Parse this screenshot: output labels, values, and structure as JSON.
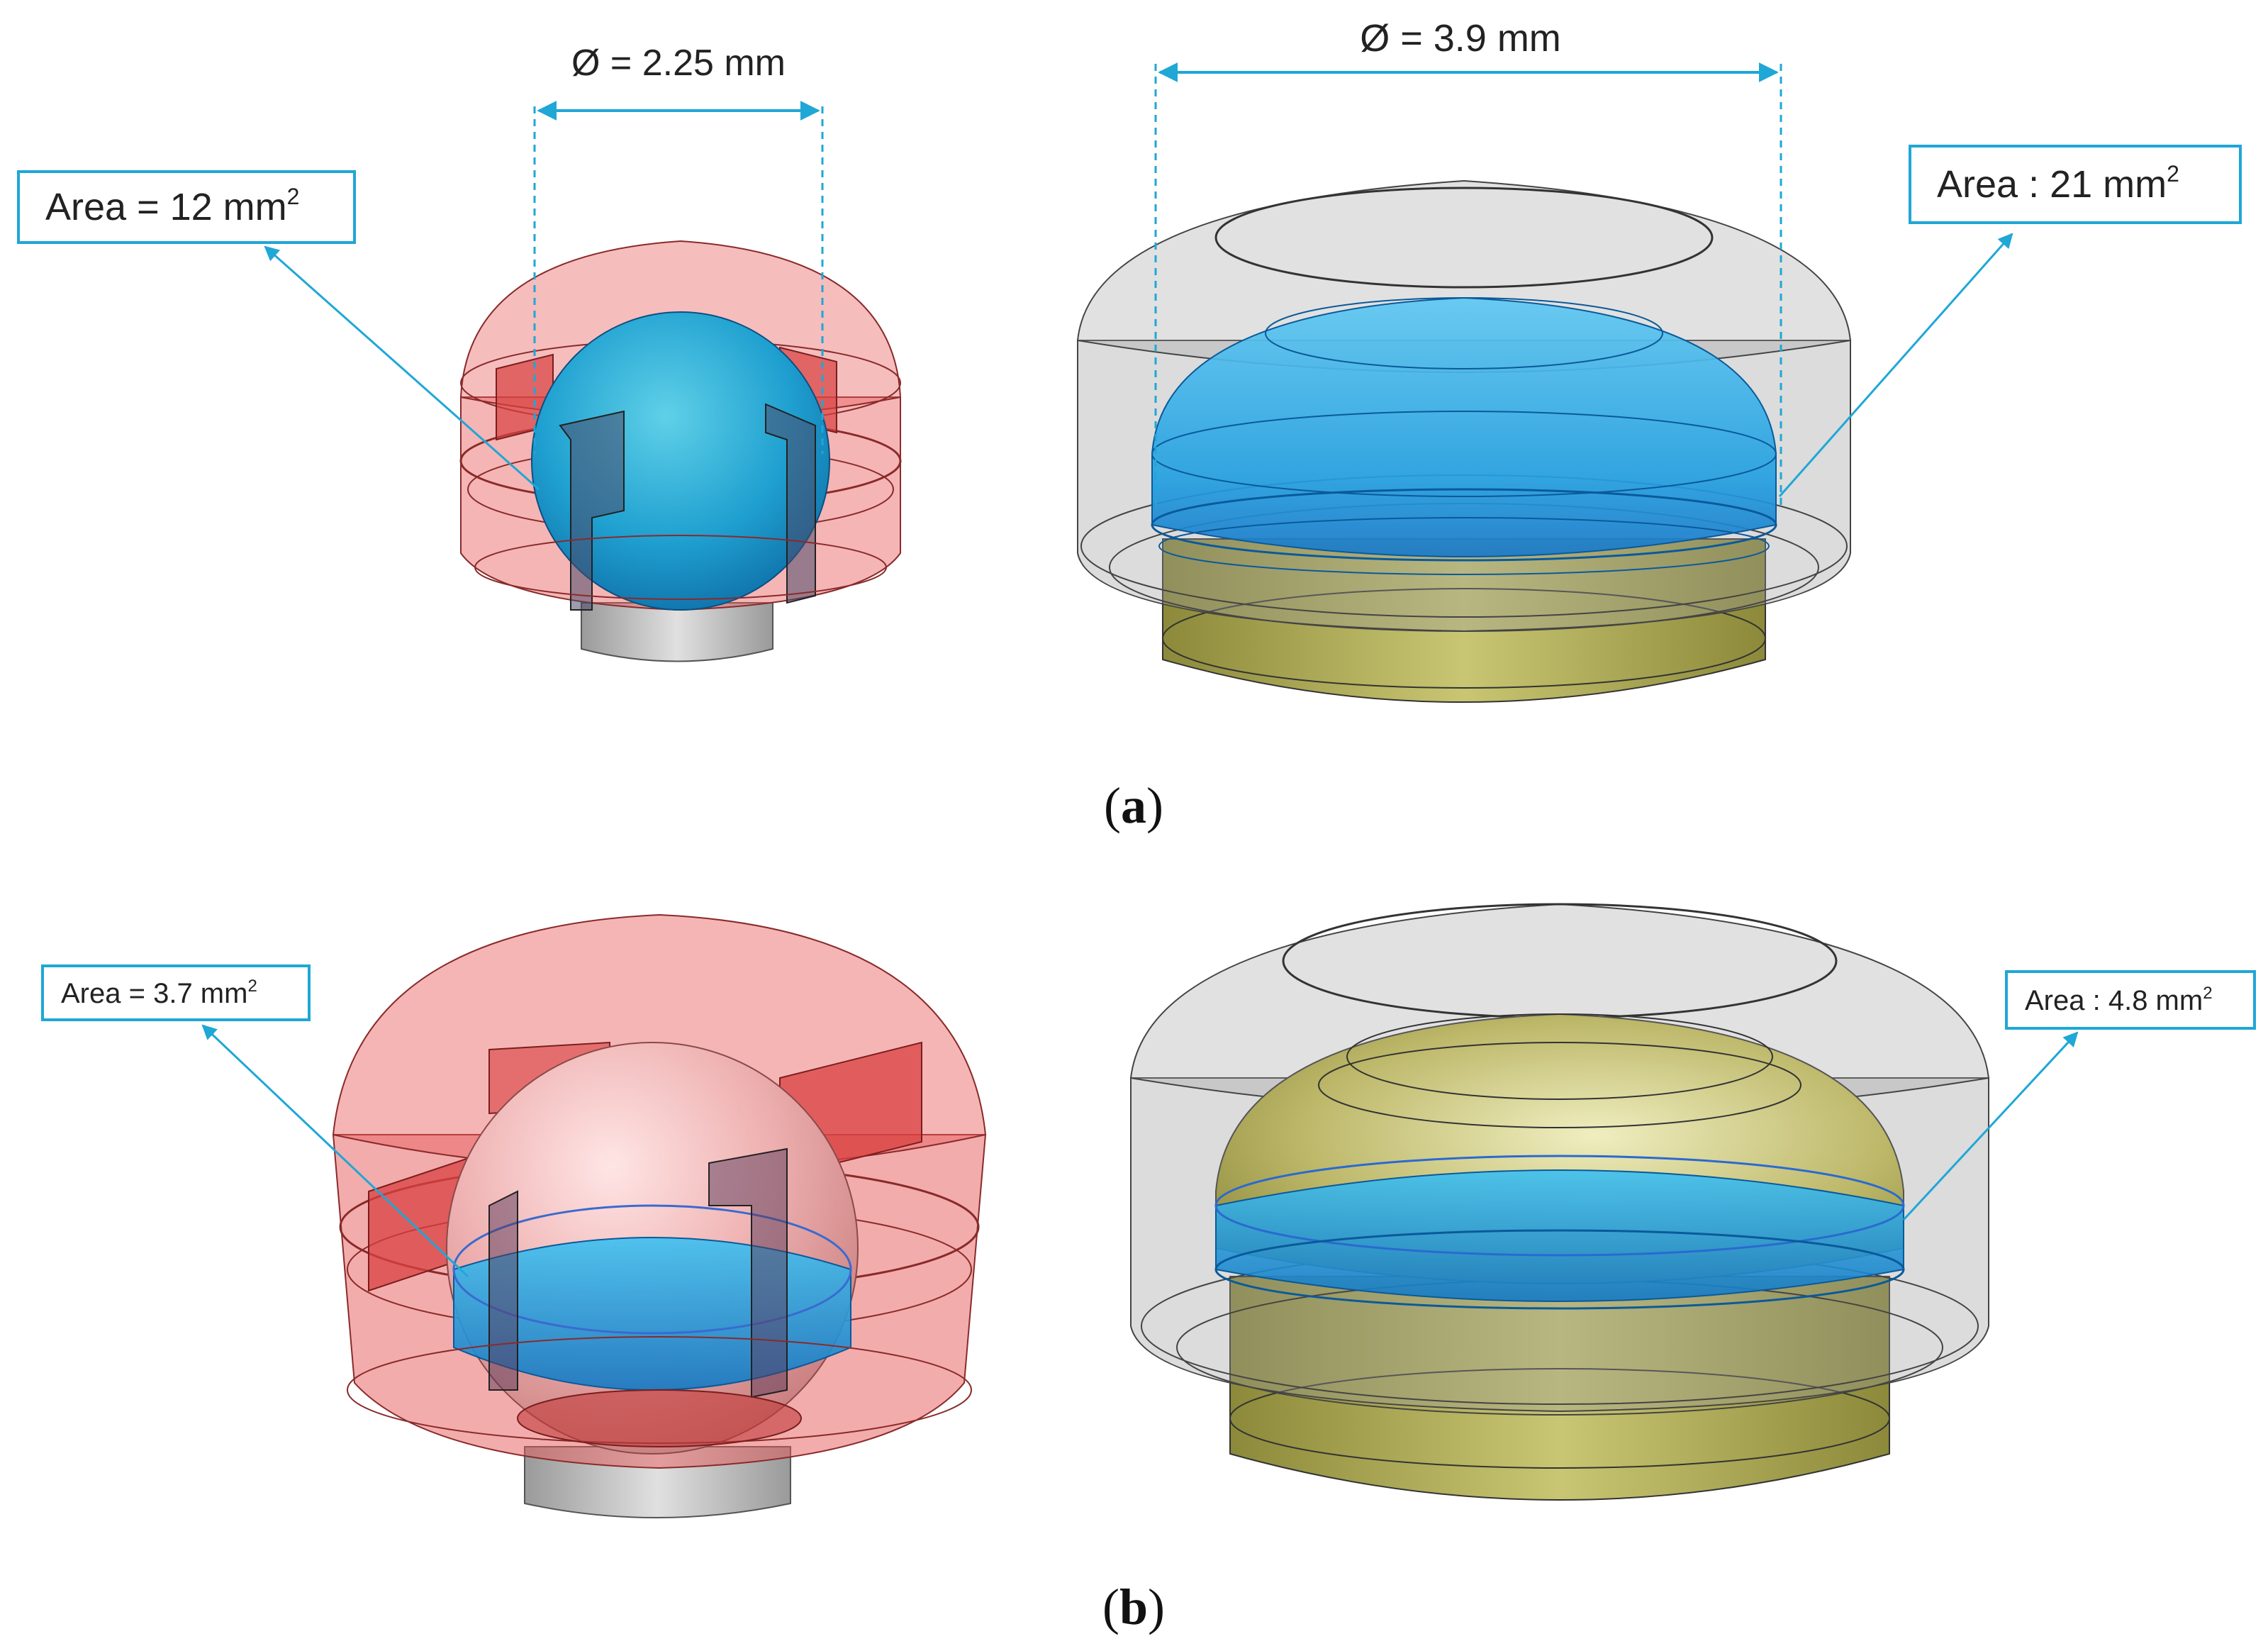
{
  "panels": [
    {
      "caption_letter": "a",
      "left": {
        "dimension": "Ø = 2.25 mm",
        "area_label": "Area = 12 mm",
        "area_sup": "2"
      },
      "right": {
        "dimension": "Ø = 3.9 mm",
        "area_label": "Area : 21 mm",
        "area_sup": "2"
      }
    },
    {
      "caption_letter": "b",
      "left": {
        "area_label": "Area = 3.7 mm",
        "area_sup": "2"
      },
      "right": {
        "area_label": "Area : 4.8 mm",
        "area_sup": "2"
      }
    }
  ],
  "colors": {
    "callout": "#1fa7d6",
    "contact_blue": "#1e9ee0",
    "housing_red": "#e85a5a",
    "housing_gray": "#9a9a9a",
    "insert_olive": "#b8b55a",
    "stem_gray": "#bdbdbd"
  }
}
